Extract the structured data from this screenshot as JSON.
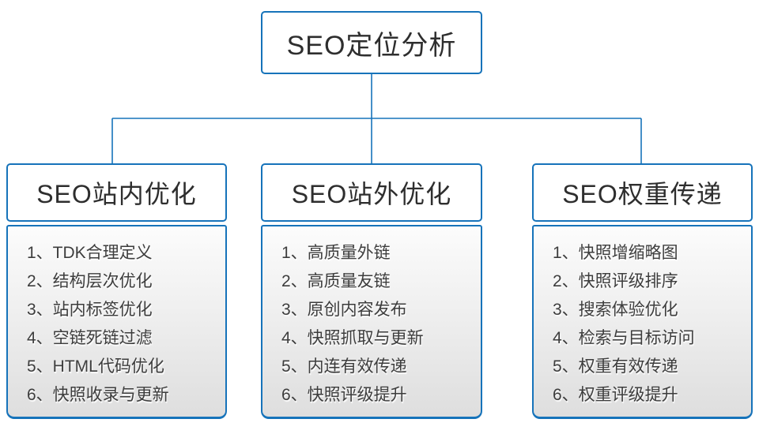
{
  "root": {
    "title": "SEO定位分析"
  },
  "columns": [
    {
      "title": "SEO站内优化",
      "items": [
        "1、TDK合理定义",
        "2、结构层次优化",
        "3、站内标签优化",
        "4、空链死链过滤",
        "5、HTML代码优化",
        "6、快照收录与更新"
      ]
    },
    {
      "title": "SEO站外优化",
      "items": [
        "1、高质量外链",
        "2、高质量友链",
        "3、原创内容发布",
        "4、快照抓取与更新",
        "5、内连有效传递",
        "6、快照评级提升"
      ]
    },
    {
      "title": "SEO权重传递",
      "items": [
        "1、快照增缩略图",
        "2、快照评级排序",
        "3、搜索体验优化",
        "4、检索与目标访问",
        "5、权重有效传递",
        "6、权重评级提升"
      ]
    }
  ],
  "colors": {
    "accent": "#1673BA",
    "header_text": "#2E2E2E",
    "item_text": "#3D3D3D"
  }
}
